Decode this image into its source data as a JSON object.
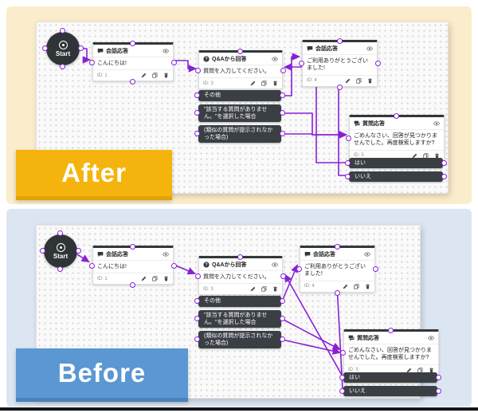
{
  "colors": {
    "accent_purple": "#8A1FD6",
    "after_panel_bg": "#FBEDCB",
    "after_label_bg": "#F5B40D",
    "before_panel_bg": "#DCE6F2",
    "before_label_bg": "#5B97D3",
    "node_dark": "#32373B",
    "pill_dark": "#3A3F44",
    "canvas_bg": "#FAFAFA"
  },
  "after": {
    "label": "After"
  },
  "before": {
    "label": "Before"
  },
  "flow": {
    "start_label": "Start",
    "nodes": {
      "greet": {
        "title": "会話応答",
        "body": "こんにちは!",
        "id_label": "ID: 1"
      },
      "qa": {
        "title": "Q&Aから回答",
        "body": "質問を入力してください。",
        "id_label": "ID: 3",
        "options": [
          "その他",
          "\"該当する質問がありません。\"を選択した場合",
          "(類似の質問が提示されなかった場合)"
        ]
      },
      "thanks": {
        "title": "会話応答",
        "body": "ご利用ありがとうございました!",
        "id_label": "ID: 4"
      },
      "retry": {
        "title": "質問応答",
        "body": "ごめんなさい、回答が見つかりませんでした。再度検索しますか?",
        "id_label": "ID: 5",
        "options": [
          "はい",
          "いいえ"
        ]
      }
    },
    "edges": [
      {
        "from": "Start",
        "to": "会話応答 ID:1"
      },
      {
        "from": "会話応答 ID:1",
        "to": "Q&Aから回答 ID:3"
      },
      {
        "from": "その他",
        "to": "会話応答 ID:4"
      },
      {
        "from": "\"該当する質問がありません。\"を選択した場合",
        "to": "質問応答 ID:5"
      },
      {
        "from": "(類似の質問が提示されなかった場合)",
        "to": "質問応答 ID:5"
      },
      {
        "from": "はい",
        "to": "Q&Aから回答 ID:3"
      },
      {
        "from": "いいえ",
        "to": "会話応答 ID:4"
      }
    ]
  }
}
